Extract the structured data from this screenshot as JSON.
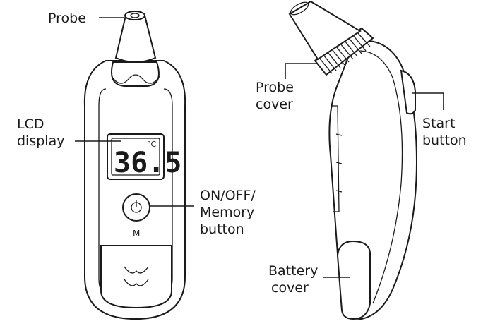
{
  "labels": {
    "probe": "Probe",
    "lcd_display": [
      "LCD",
      "display"
    ],
    "on_off_memory_button": [
      "ON/OFF/",
      "Memory",
      "button"
    ],
    "probe_cover": [
      "Probe",
      "cover"
    ],
    "start_button": [
      "Start",
      "button"
    ],
    "battery_cover": [
      "Battery",
      "cover"
    ]
  },
  "device": {
    "display_reading": "36.5",
    "display_unit": "°C",
    "memory_button_label": "M"
  }
}
